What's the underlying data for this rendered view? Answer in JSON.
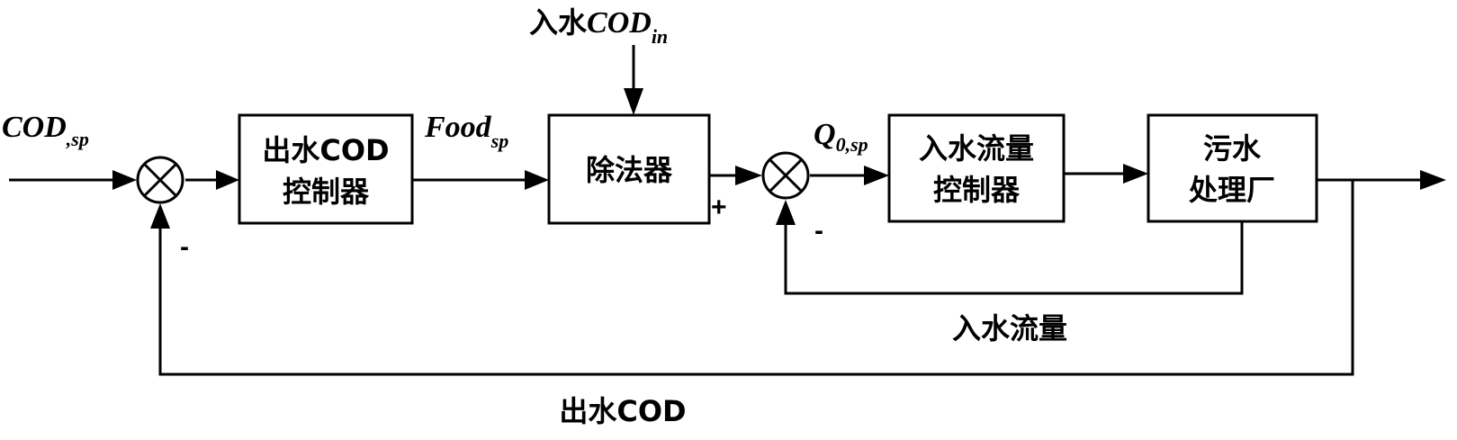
{
  "blocks": {
    "outlet_cod_controller": {
      "line1": "出水COD",
      "line2": "控制器"
    },
    "divider": {
      "label": "除法器"
    },
    "inflow_controller": {
      "line1": "入水流量",
      "line2": "控制器"
    },
    "wwtp": {
      "line1": "污水",
      "line2": "处理厂"
    }
  },
  "signals": {
    "cod_sp": {
      "main": "COD",
      "sub": ",sp"
    },
    "food_sp": {
      "main": "Food",
      "sub": "sp"
    },
    "cod_in": {
      "prefix": "入水",
      "main": "COD",
      "sub": "in"
    },
    "q0_sp": {
      "main": "Q",
      "sub": "0,sp"
    }
  },
  "feedback": {
    "inflow_label": "入水流量",
    "outlet_cod_label": "出水COD"
  },
  "signs": {
    "sum1_minus": "-",
    "sum2_plus": "+",
    "sum2_minus": "-"
  }
}
